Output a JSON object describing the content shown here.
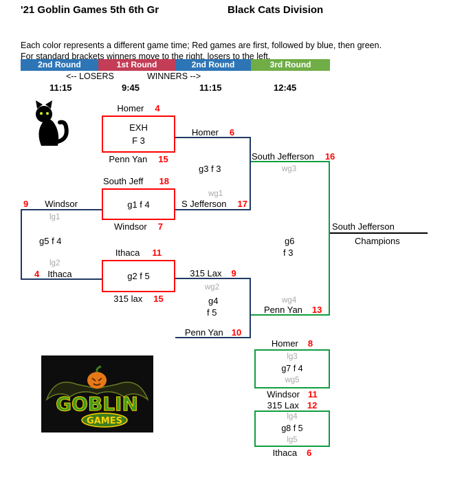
{
  "title": "'21 Goblin Games 5th 6th Gr",
  "division": "Black Cats Division",
  "instructions": {
    "line1": "Each color represents a different game time; Red games are first, followed by blue, then green.",
    "line2": "For standard brackets winners move to the right, losers to the left."
  },
  "header": {
    "rounds": [
      {
        "label": "2nd Round",
        "color": "#2e75b6"
      },
      {
        "label": "1st Round",
        "color": "#c33d56"
      },
      {
        "label": "2nd Round",
        "color": "#2e75b6"
      },
      {
        "label": "3rd Round",
        "color": "#70ad47"
      }
    ],
    "losers_label": "<-- LOSERS",
    "winners_label": "WINNERS -->",
    "times": [
      "11:15",
      "9:45",
      "11:15",
      "12:45"
    ]
  },
  "bracket": {
    "exh": {
      "top_team": "Homer",
      "top_seed": "4",
      "line1": "EXH",
      "line2": "F 3",
      "bottom_team": "Penn Yan",
      "bottom_seed": "15"
    },
    "g1": {
      "top_team": "South Jeff",
      "top_seed": "18",
      "label": "g1 f 4",
      "bottom_team": "Windsor",
      "bottom_seed": "7"
    },
    "g2": {
      "top_team": "Ithaca",
      "top_seed": "11",
      "label": "g2 f 5",
      "bottom_team": "315 lax",
      "bottom_seed": "15"
    },
    "g3": {
      "top_team": "Homer",
      "top_score": "6",
      "label": "g3 f 3",
      "bottom_slot": "wg1",
      "bottom_team": "S Jefferson",
      "bottom_score": "17"
    },
    "g4": {
      "top_team": "315 Lax",
      "top_score": "9",
      "top_slot": "wg2",
      "label_line1": "g4",
      "label_line2": "f 5",
      "bottom_team": "Penn Yan",
      "bottom_score": "10"
    },
    "g5": {
      "top_seed": "9",
      "top_team": "Windsor",
      "top_slot": "lg1",
      "label": "g5 f 4",
      "bottom_slot": "lg2",
      "bottom_seed": "4",
      "bottom_team": "Ithaca"
    },
    "g6": {
      "top_team": "South Jefferson",
      "top_score": "16",
      "top_slot": "wg3",
      "label_line1": "g6",
      "label_line2": "f 3",
      "bottom_slot": "wg4",
      "bottom_team": "Penn Yan",
      "bottom_score": "13"
    },
    "champion": {
      "team": "South Jefferson",
      "caption": "Champions"
    },
    "g7": {
      "top_team": "Homer",
      "top_score": "8",
      "slot_top": "lg3",
      "label": "g7 f 4",
      "slot_bottom": "wg5",
      "bottom_team": "Windsor",
      "bottom_score": "11"
    },
    "g8": {
      "top_team": "315 Lax",
      "top_score": "12",
      "slot_top": "lg4",
      "label": "g8 f 5",
      "slot_bottom": "lg5",
      "bottom_team": "Ithaca",
      "bottom_score": "6"
    }
  },
  "logo": {
    "word1": "GOBLIN",
    "word2": "GAMES"
  },
  "icons": {
    "cat": "black-cat-clipart",
    "logo": "goblin-games-logo"
  },
  "colors": {
    "round_blue": "#2e75b6",
    "round_red": "#c33d56",
    "round_green": "#70ad47",
    "bracket_blue": "#1f3864",
    "bracket_green": "#0f9d3f",
    "game_box_red": "#ff0000",
    "score_red": "#ff0000",
    "slot_gray": "#a8a8a8",
    "champion_line": "#000000"
  }
}
